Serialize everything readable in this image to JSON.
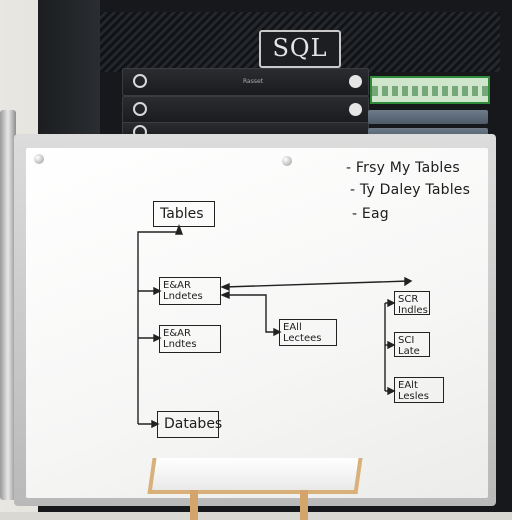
{
  "rack": {
    "badge": "SQL",
    "unit_labels": [
      "",
      "",
      ""
    ],
    "unit_mid_label": "Rasset"
  },
  "whiteboard": {
    "notes": [
      "- Frsy My Tables",
      "- Ty Daley Tables",
      "- Eag"
    ],
    "boxes": {
      "tables": "Tables",
      "left_upper_line1": "E&AR",
      "left_upper_line2": "Lndetes",
      "left_lower_line1": "E&AR",
      "left_lower_line2": "Lndtes",
      "middle_line1": "EAll",
      "middle_line2": "Lectees",
      "right_top_line1": "SCR",
      "right_top_line2": "Indles",
      "right_mid_line1": "SCI",
      "right_mid_line2": "Late",
      "right_bottom_line1": "EAlt",
      "right_bottom_line2": "Lesles",
      "databases": "Databes"
    }
  },
  "colors": {
    "ink": "#1d1d1d",
    "rack": "#16181b",
    "board": "#f6f6f5",
    "easel_wood": "#d9b07a",
    "circuit_green": "#2f8a3a"
  }
}
